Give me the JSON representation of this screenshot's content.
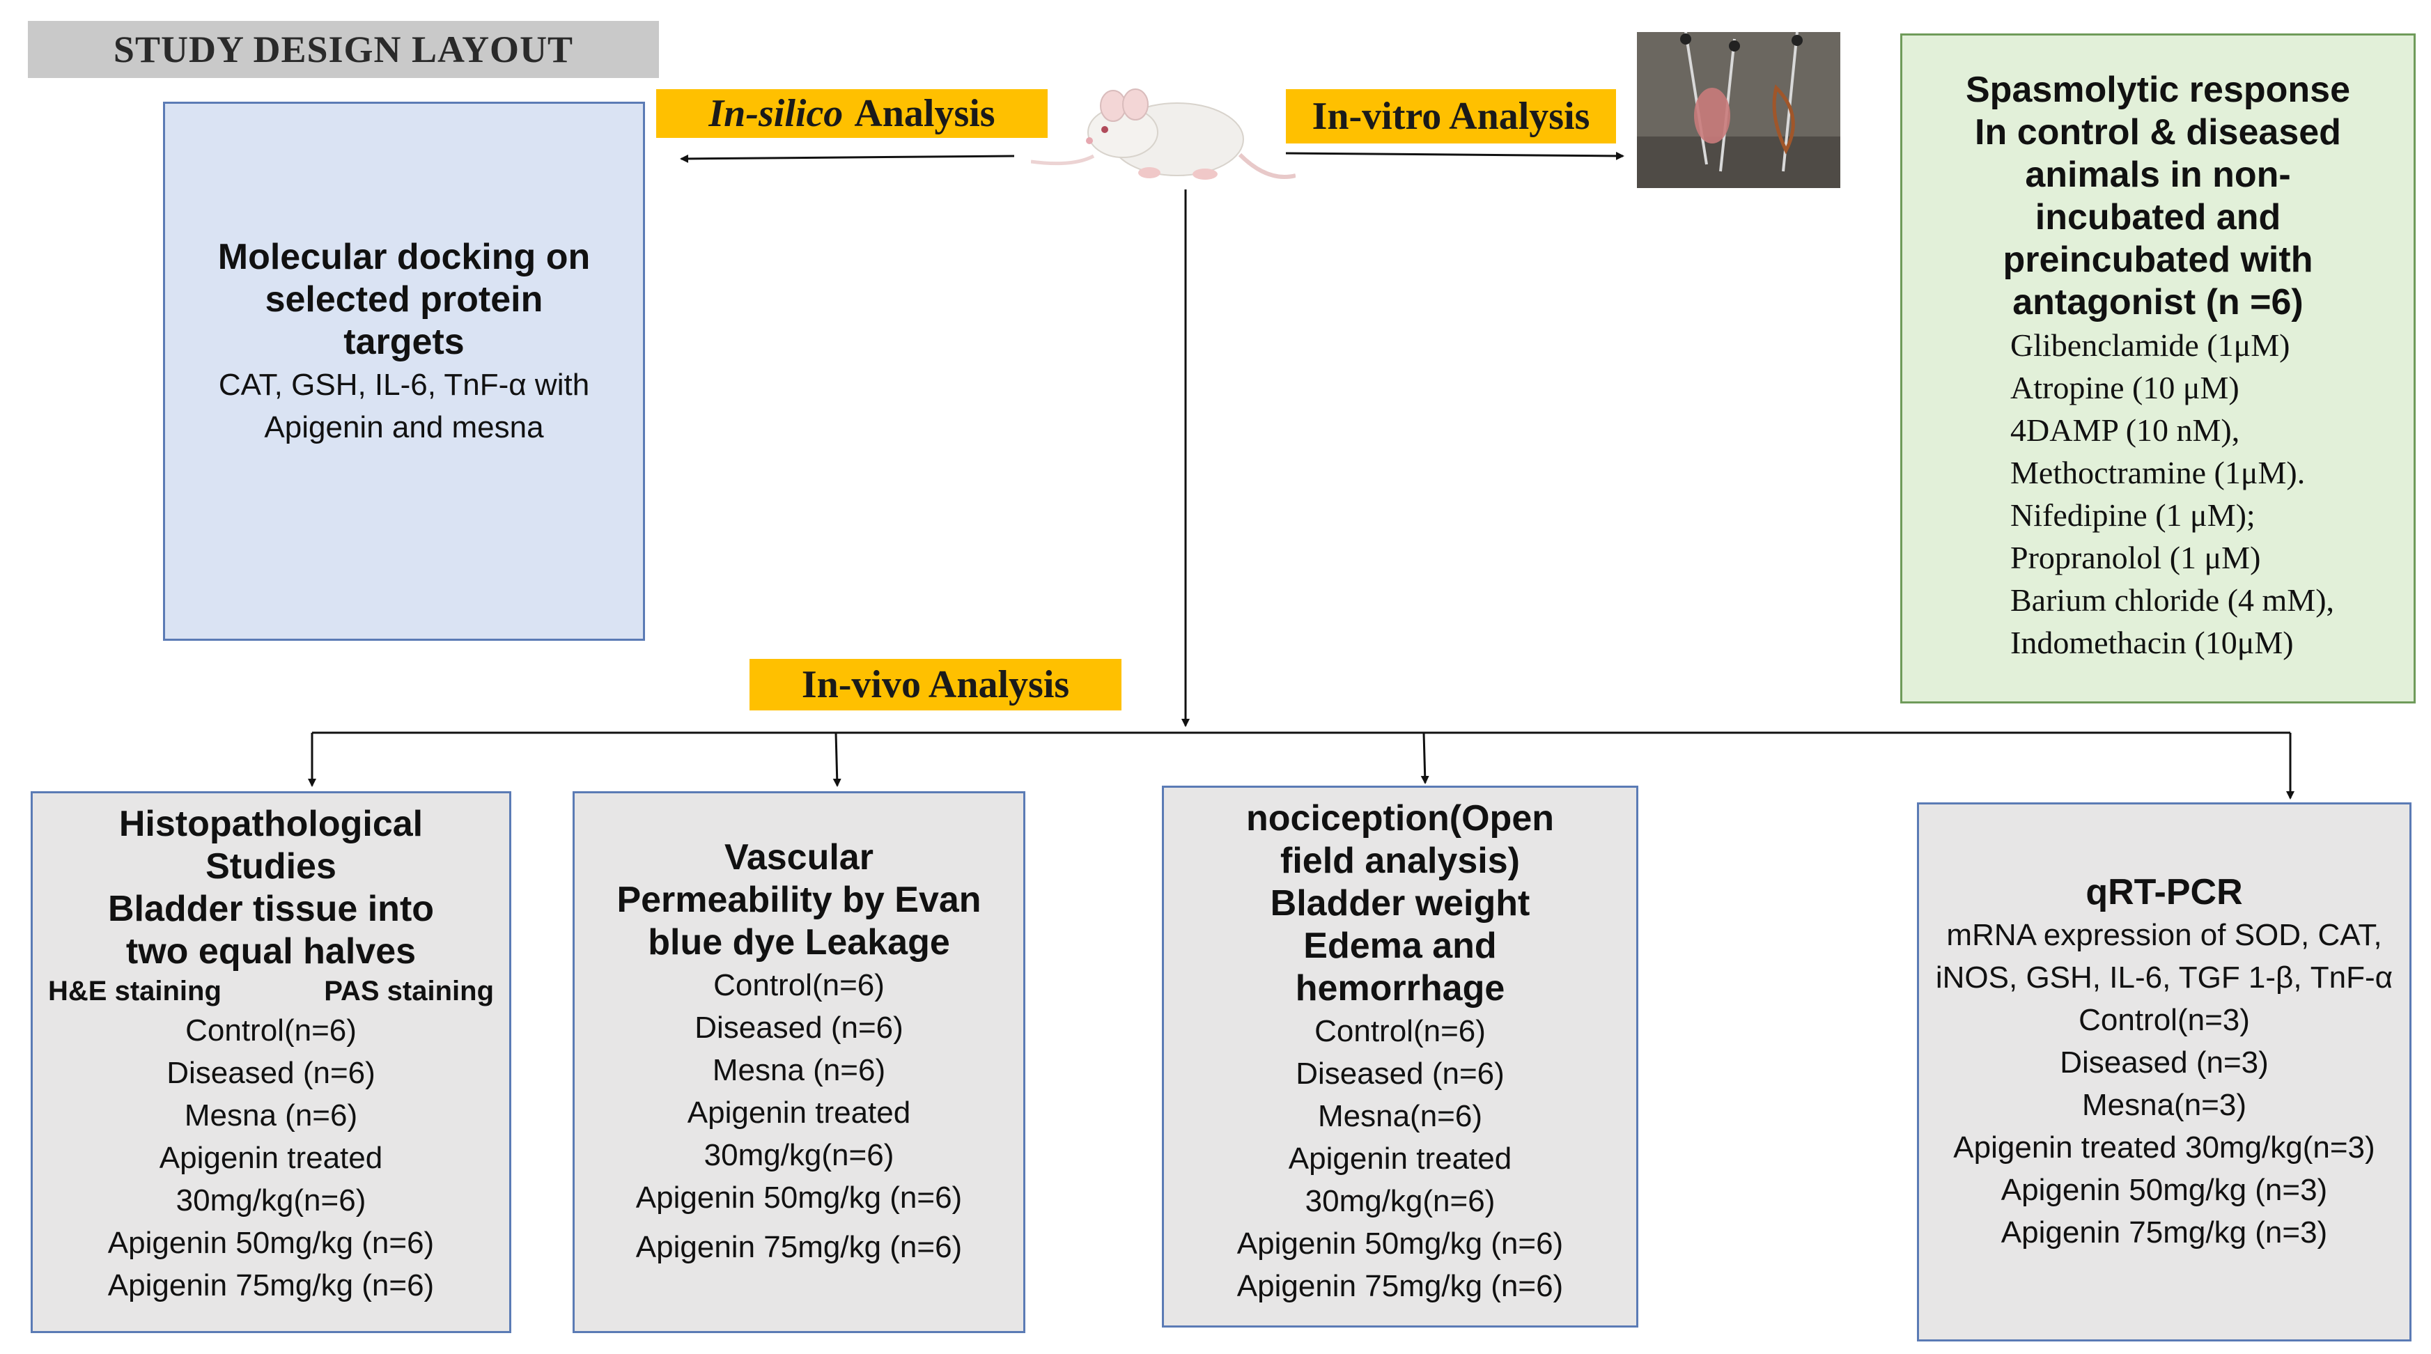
{
  "title": "STUDY DESIGN LAYOUT",
  "tags": {
    "insilico_italic": "In-silico",
    "insilico_rest": "Analysis",
    "invitro": "In-vitro Analysis",
    "invivo": "In-vivo Analysis"
  },
  "insilico_box": {
    "heading": [
      "Molecular docking on",
      "selected protein",
      "targets"
    ],
    "lines": [
      "CAT, GSH, IL-6, TnF-α with",
      "Apigenin and mesna"
    ]
  },
  "invitro_box": {
    "heading": [
      "Spasmolytic response",
      "In control & diseased",
      "animals in non-",
      "incubated and",
      "preincubated with",
      "antagonist (n =6)"
    ],
    "lines": [
      "Glibenclamide (1μM)",
      "Atropine (10 μM)",
      "4DAMP (10 nM),",
      "Methoctramine (1μM).",
      "Nifedipine (1 μM);",
      "Propranolol (1 μM)",
      "Barium chloride (4 mM),",
      "Indomethacin (10μM)"
    ]
  },
  "invivo_boxes": [
    {
      "heading": [
        "Histopathological",
        "Studies",
        "Bladder tissue into",
        "two equal halves"
      ],
      "sub": [
        "H&E staining",
        "PAS staining"
      ],
      "lines": [
        "Control(n=6)",
        "Diseased (n=6)",
        "Mesna (n=6)",
        "Apigenin  treated",
        "30mg/kg(n=6)",
        "Apigenin 50mg/kg (n=6)",
        "Apigenin 75mg/kg (n=6)"
      ]
    },
    {
      "heading": [
        "Vascular",
        "Permeability by Evan",
        "blue dye Leakage"
      ],
      "lines": [
        "Control(n=6)",
        "Diseased (n=6)",
        "Mesna (n=6)",
        "Apigenin treated",
        "30mg/kg(n=6)",
        "Apigenin 50mg/kg (n=6)",
        "Apigenin 75mg/kg (n=6)"
      ]
    },
    {
      "heading": [
        "nociception(Open",
        "field analysis)",
        "Bladder weight",
        "Edema and",
        "hemorrhage"
      ],
      "lines": [
        "Control(n=6)",
        "Diseased (n=6)",
        "Mesna(n=6)",
        "Apigenin treated",
        "30mg/kg(n=6)",
        "Apigenin 50mg/kg (n=6)",
        "Apigenin 75mg/kg (n=6)"
      ]
    },
    {
      "heading": [
        "qRT-PCR"
      ],
      "lines": [
        "mRNA expression of SOD, CAT,",
        "iNOS, GSH, IL-6, TGF 1-β, TnF-α",
        "Control(n=3)",
        "Diseased (n=3)",
        "Mesna(n=3)",
        "Apigenin treated 30mg/kg(n=3)",
        "Apigenin 50mg/kg (n=3)",
        "Apigenin 75mg/kg (n=3)"
      ]
    }
  ],
  "colors": {
    "tag": "#ffc000",
    "blue_box": "#dae3f3",
    "green_box": "#e2f0d9",
    "grey_box": "#e7e6e6",
    "title_bar": "#c9c9c9"
  }
}
